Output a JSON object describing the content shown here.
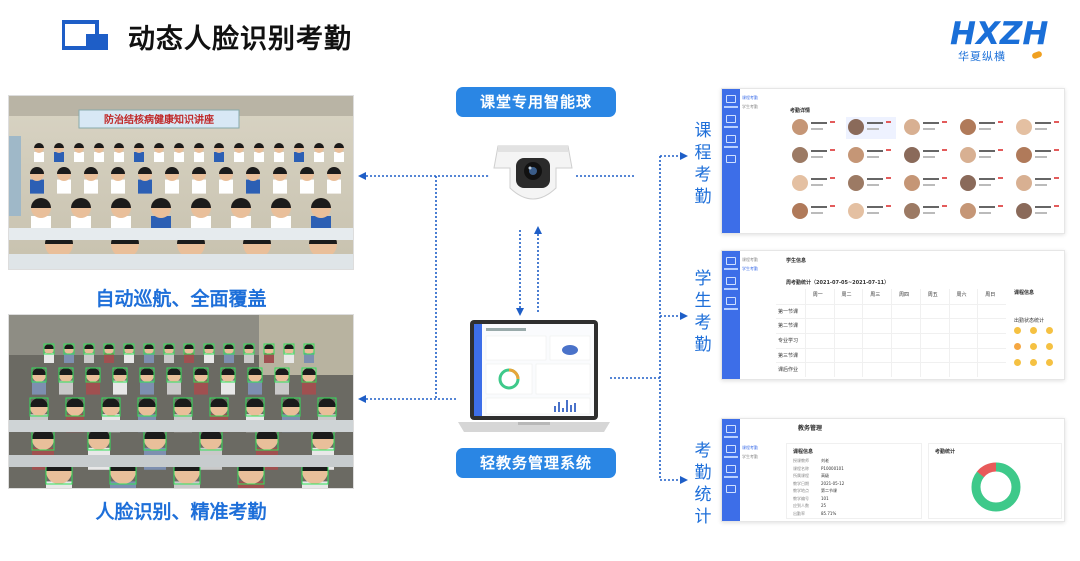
{
  "header": {
    "title": "动态人脸识别考勤",
    "title_icon": "monitor-window-icon"
  },
  "logo": {
    "brand": "HXZH",
    "sub": "华夏纵横",
    "color": "#1a6fd8",
    "accent": "#f0a020"
  },
  "left": {
    "photo1_banner": "防治结核病健康知识讲座",
    "caption1": "自动巡航、全面覆盖",
    "caption2": "人脸识别、精准考勤"
  },
  "center": {
    "device_label": "课堂专用智能球",
    "system_label": "轻教务管理系统"
  },
  "right": {
    "course": {
      "label": "课程考勤",
      "nav_items": [
        "课程考勤",
        "学生考勤"
      ],
      "section_title": "考勤详情"
    },
    "student": {
      "label": "学生考勤",
      "nav_items": [
        "课程考勤",
        "学生考勤"
      ],
      "section_title": "学生信息",
      "range_title": "周考勤统计（2021-07-05~2021-07-11）",
      "days": [
        "周一",
        "周二",
        "周三",
        "周四",
        "周五",
        "周六",
        "周日"
      ],
      "rows": [
        "第一节课",
        "第二节课",
        "专业学习",
        "第三节课",
        "课后作业"
      ],
      "side_title": "课程信息",
      "side_title2": "出勤状态统计"
    },
    "stats": {
      "label": "考勤统计",
      "page_title": "教务管理",
      "nav_items": [
        "课程考勤",
        "学生考勤"
      ],
      "info_title": "课程信息",
      "info_fields": [
        {
          "k": "授课教师",
          "v": "刘老"
        },
        {
          "k": "课程名称",
          "v": "P10000101"
        },
        {
          "k": "所属课程",
          "v": "高级"
        },
        {
          "k": "教学日期",
          "v": "2021-05-12"
        },
        {
          "k": "教学地点",
          "v": "第二节课"
        },
        {
          "k": "教学编号",
          "v": "101"
        },
        {
          "k": "应到人数",
          "v": "25"
        },
        {
          "k": "出勤率",
          "v": "85.71%"
        }
      ],
      "chart_title": "考勤统计",
      "attendance_rate": 0.8571,
      "colors": {
        "present": "#3ec98a",
        "absent": "#e85a5a"
      }
    }
  },
  "colors": {
    "accent": "#1e6fd9",
    "pill": "#2a86e4",
    "sidebar": "#3d6ee8"
  }
}
